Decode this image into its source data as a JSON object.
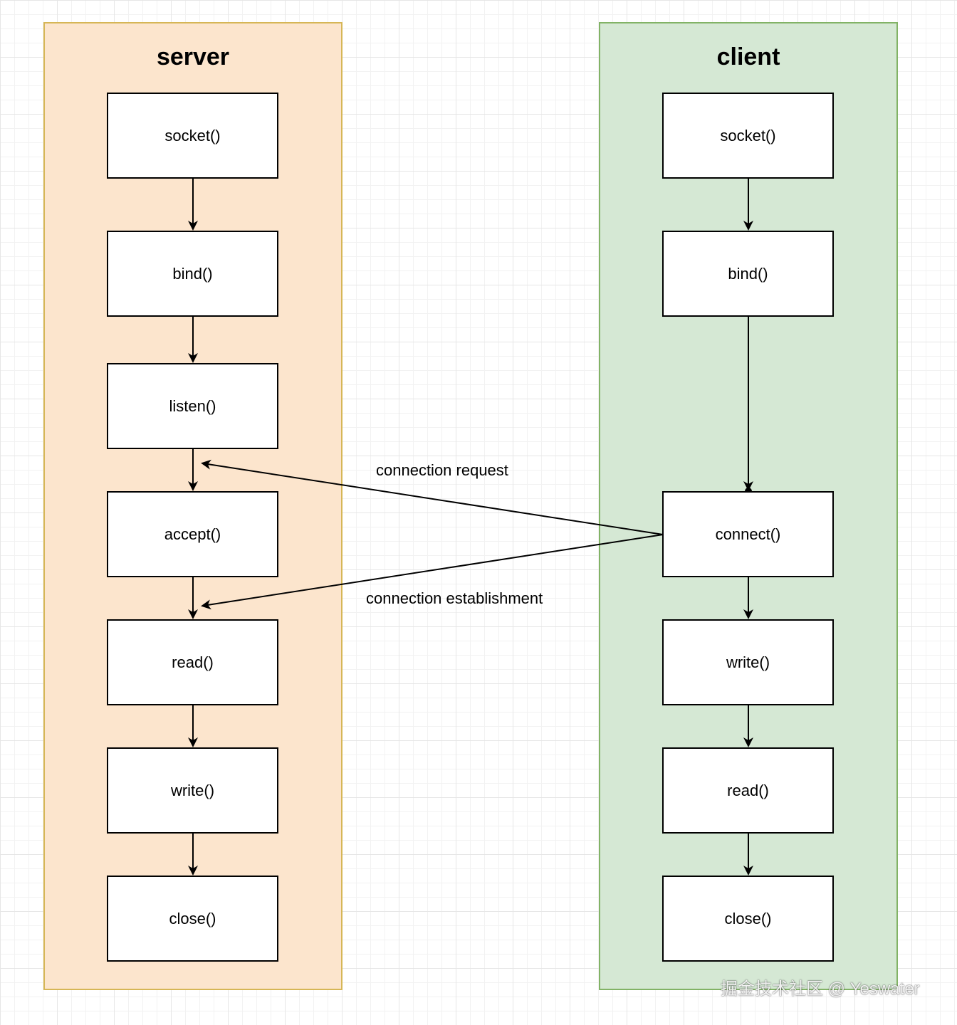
{
  "lanes": {
    "server": {
      "title": "server",
      "nodes": [
        "socket()",
        "bind()",
        "listen()",
        "accept()",
        "read()",
        "write()",
        "close()"
      ]
    },
    "client": {
      "title": "client",
      "nodes": [
        "socket()",
        "bind()",
        "connect()",
        "write()",
        "read()",
        "close()"
      ]
    }
  },
  "edges": {
    "connection_request": "connection request",
    "connection_establishment": "connection establishment"
  },
  "watermark": "掘金技术社区 @ Yeswater",
  "colors": {
    "server_fill": "#fce5cd",
    "server_stroke": "#d6b656",
    "client_fill": "#d5e8d4",
    "client_stroke": "#82b366"
  }
}
